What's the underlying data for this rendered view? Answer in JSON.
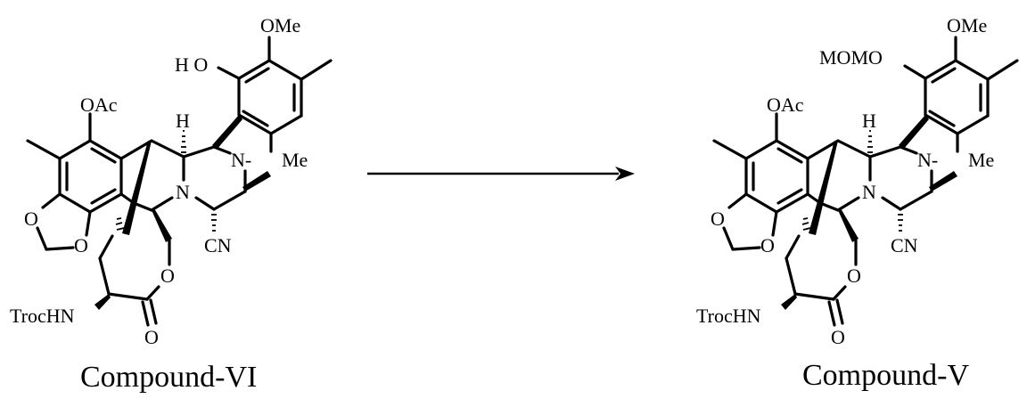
{
  "reaction": {
    "reactant": {
      "name": "Compound-VI",
      "labels": {
        "ome": "OMe",
        "phenol": "H O",
        "oac": "OAc",
        "h": "H",
        "n_methyl": "N-",
        "me": "Me",
        "n_ring": "N",
        "cn": "CN",
        "o_dioxole_1": "O",
        "o_dioxole_2": "O",
        "o_ester": "O",
        "o_carbonyl": "O",
        "amine": "TrocHN"
      }
    },
    "product": {
      "name": "Compound-V",
      "labels": {
        "ome": "OMe",
        "phenol": "MOMO",
        "oac": "OAc",
        "h": "H",
        "n_methyl": "N-",
        "me": "Me",
        "n_ring": "N",
        "cn": "CN",
        "o_dioxole_1": "O",
        "o_dioxole_2": "O",
        "o_ester": "O",
        "o_carbonyl": "O",
        "amine": "TrocHN"
      }
    },
    "arrow": {
      "direction": "right",
      "reagents": ""
    }
  }
}
